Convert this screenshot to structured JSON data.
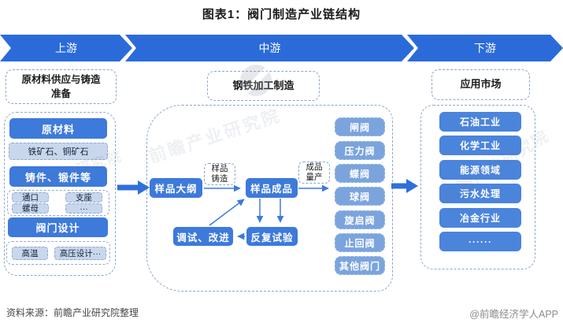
{
  "title": "图表1：阀门制造产业链结构",
  "banner": {
    "segments": [
      {
        "label": "上游"
      },
      {
        "label": "中游"
      },
      {
        "label": "下游"
      }
    ]
  },
  "upstream": {
    "header": "原材料供应与铸造准备",
    "raw_materials_title": "原材料",
    "raw_materials_item": "铁矿石、铜矿石",
    "castings_title": "铸件、锻件等",
    "castings_items": [
      "通口",
      "支座",
      "螺母",
      "···"
    ],
    "design_title": "阀门设计",
    "design_items": [
      "高温",
      "高压设计···"
    ]
  },
  "midstream": {
    "header": "钢铁加工制造",
    "sample_outline": "样品大纲",
    "sample_casting": "样品铸造",
    "sample_product": "样品成品",
    "mass_production": "成品量产",
    "debug_improve": "调试、改进",
    "repeat_test": "反复试验",
    "valves": [
      "闸阀",
      "压力阀",
      "蝶阀",
      "球阀",
      "旋启阀",
      "止回阀",
      "其他阀门"
    ]
  },
  "downstream": {
    "header": "应用市场",
    "markets": [
      "石油工业",
      "化学工业",
      "能源领域",
      "污水处理",
      "冶金行业",
      "······"
    ]
  },
  "footer": {
    "source": "资料来源：前瞻产业研究院整理",
    "credit": "@前瞻经济学人APP"
  },
  "watermark": {
    "text": "前瞻产业研究院"
  },
  "colors": {
    "banner_blue": "#2B6BD9",
    "node_blue": "#3D7ADA",
    "valve_blue": "#7BA4DD",
    "market_blue": "#4B84DB",
    "light_box": "#C9D7EC",
    "dashed_border": "#8CA6CC"
  }
}
